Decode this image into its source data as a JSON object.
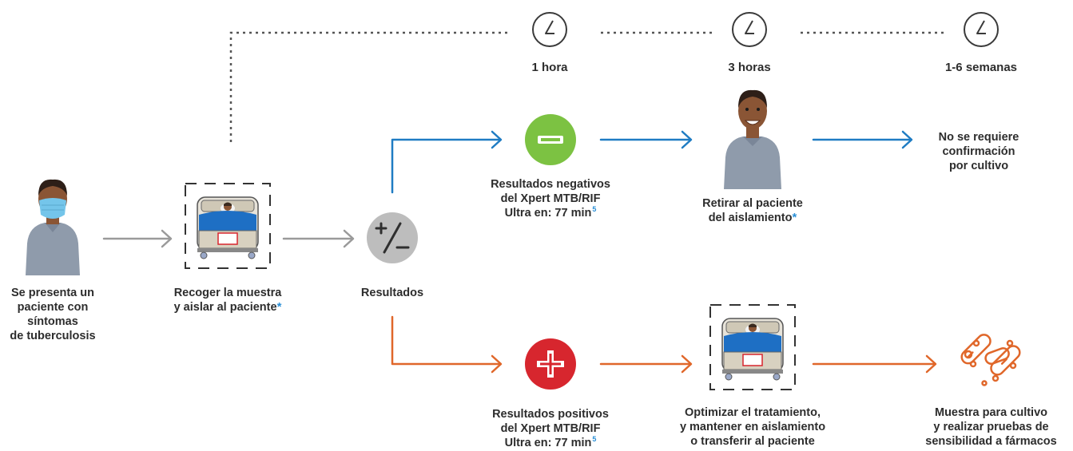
{
  "timeline": {
    "t1": "1 hora",
    "t2": "3 horas",
    "t3": "1-6 semanas"
  },
  "steps": {
    "patient": [
      "Se presenta un",
      "paciente con",
      "síntomas",
      "de tuberculosis"
    ],
    "collect": [
      "Recoger la muestra",
      "y aislar al paciente"
    ],
    "collect_mark": "*",
    "results": "Resultados",
    "negative": [
      "Resultados negativos",
      "del Xpert MTB/RIF",
      "Ultra en: 77 min"
    ],
    "negative_sup": "5",
    "remove": [
      "Retirar al paciente",
      "del aislamiento"
    ],
    "remove_mark": "*",
    "no_culture": [
      "No se requiere",
      "confirmación",
      "por cultivo"
    ],
    "positive": [
      "Resultados positivos",
      "del Xpert MTB/RIF",
      "Ultra en: 77 min"
    ],
    "positive_sup": "5",
    "optimize": [
      "Optimizar el tratamiento,",
      "y mantener en aislamiento",
      "o transferir al paciente"
    ],
    "culture": [
      "Muestra para cultivo",
      "y realizar pruebas de",
      "sensibilidad a fármacos"
    ]
  },
  "colors": {
    "negative_path": "#1f7cc3",
    "positive_path": "#e0672a",
    "neutral_path": "#9a9a9a",
    "negative_badge": "#7cc242",
    "positive_badge": "#d7262e",
    "results_badge": "#bdbdbd",
    "bed_blue": "#1e6fc4",
    "skin": "#8a5535",
    "shirt": "#8f9bab",
    "mask": "#74c5ea"
  },
  "icons": {
    "clock": "clock-icon",
    "patient_masked": "patient-masked-icon",
    "patient_smiling": "patient-smiling-icon",
    "bed": "hospital-bed-icon",
    "plus_minus": "plus-minus-icon",
    "minus": "minus-icon",
    "plus": "plus-icon",
    "bacteria": "bacteria-icon"
  }
}
